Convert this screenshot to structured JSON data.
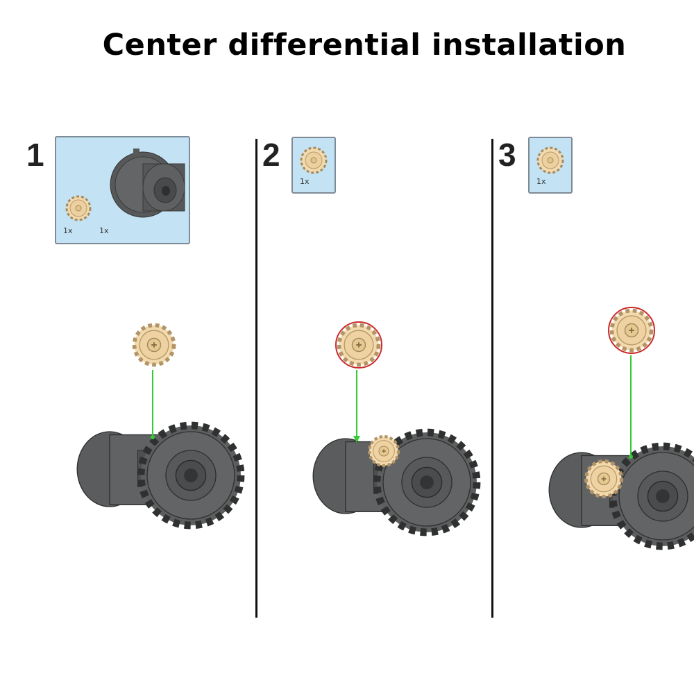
{
  "title": "Center differential installation",
  "steps": [
    {
      "number": "1",
      "parts": [
        {
          "qty": "1x"
        },
        {
          "qty": "1x"
        }
      ]
    },
    {
      "number": "2",
      "parts": [
        {
          "qty": "1x"
        }
      ]
    },
    {
      "number": "3",
      "parts": [
        {
          "qty": "1x"
        }
      ]
    }
  ],
  "colors": {
    "callout_bg": "#c3e3f5",
    "callout_border": "#7e8a96",
    "dark_gray_part": "#5b5d5e",
    "tan_gear": "#f2d9ae",
    "guide_line": "#33cc33",
    "highlight_outline": "#cc2a2a"
  },
  "icons": {
    "differential_housing": "differential-housing-icon",
    "bevel_gear": "bevel-gear-icon"
  }
}
